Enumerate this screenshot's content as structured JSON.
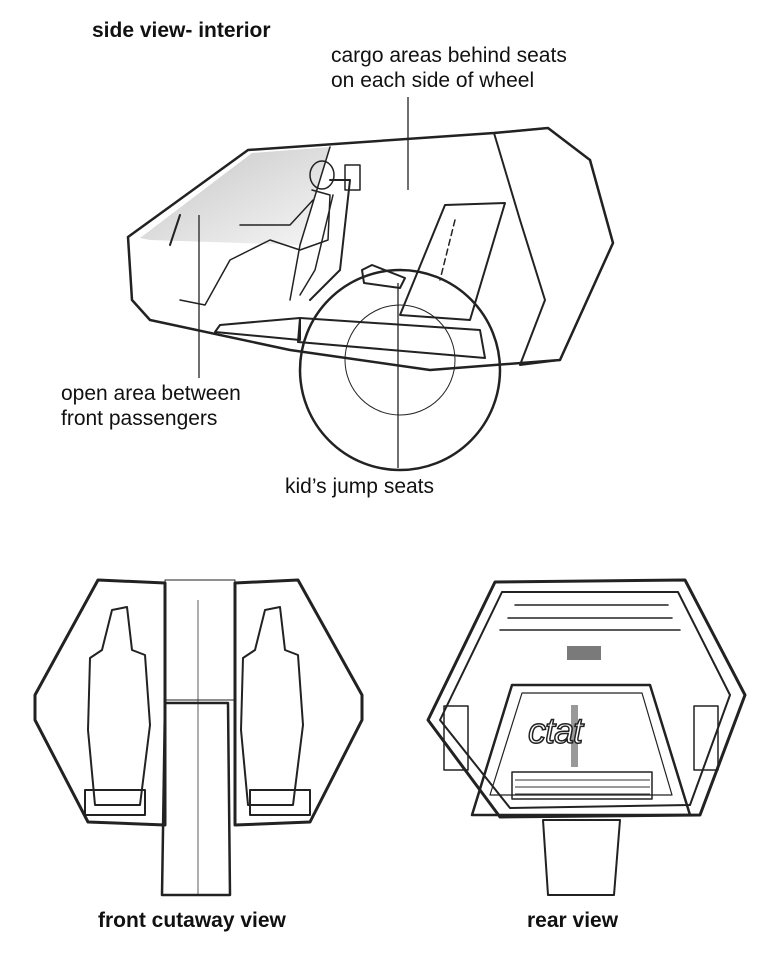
{
  "side_view": {
    "title": "side view- interior",
    "callouts": {
      "cargo_line1": "cargo areas behind seats",
      "cargo_line2": "on each side of wheel",
      "open_area_line1": "open area between",
      "open_area_line2": "front passengers",
      "jump_seats": "kid’s jump seats"
    }
  },
  "front_view": {
    "caption": "front cutaway view"
  },
  "rear_view": {
    "caption": "rear view",
    "logo_text": "ctat"
  },
  "colors": {
    "line": "#222222",
    "shade": "#bdbdbd",
    "background": "#ffffff",
    "panel_gray": "#7a7a7a"
  }
}
